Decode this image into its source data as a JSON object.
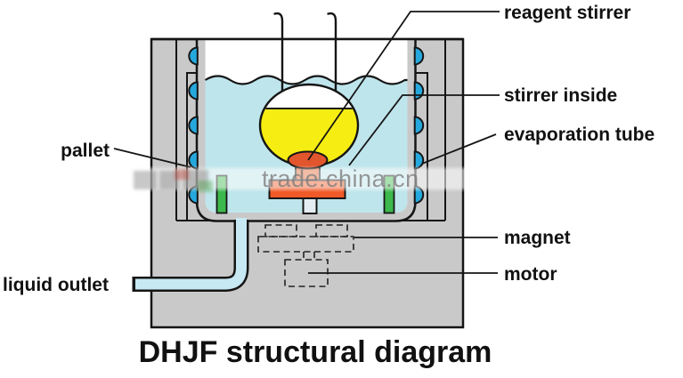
{
  "title": "DHJF structural diagram",
  "watermark": {
    "text": "trade.china.cn"
  },
  "labels": {
    "reagent_stirrer": "reagent stirrer",
    "stirrer_inside": "stirrer inside",
    "evaporation_tube": "evaporation tube",
    "pallet": "pallet",
    "magnet": "magnet",
    "motor": "motor",
    "liquid_outlet": "liquid outlet"
  },
  "colors": {
    "line": "#151515",
    "casing": "#c9c9c9",
    "bath": "#bfe5ec",
    "flask_liquid": "#f6ed12",
    "coil": "#25a8dd",
    "support": "#3cb84c",
    "heater": "#f05a28",
    "stirrer_dish": "#e2562d",
    "stirrer_column": "#dd6a3a",
    "stem": "#e4eef2",
    "pipe": "#c6e9f4"
  }
}
